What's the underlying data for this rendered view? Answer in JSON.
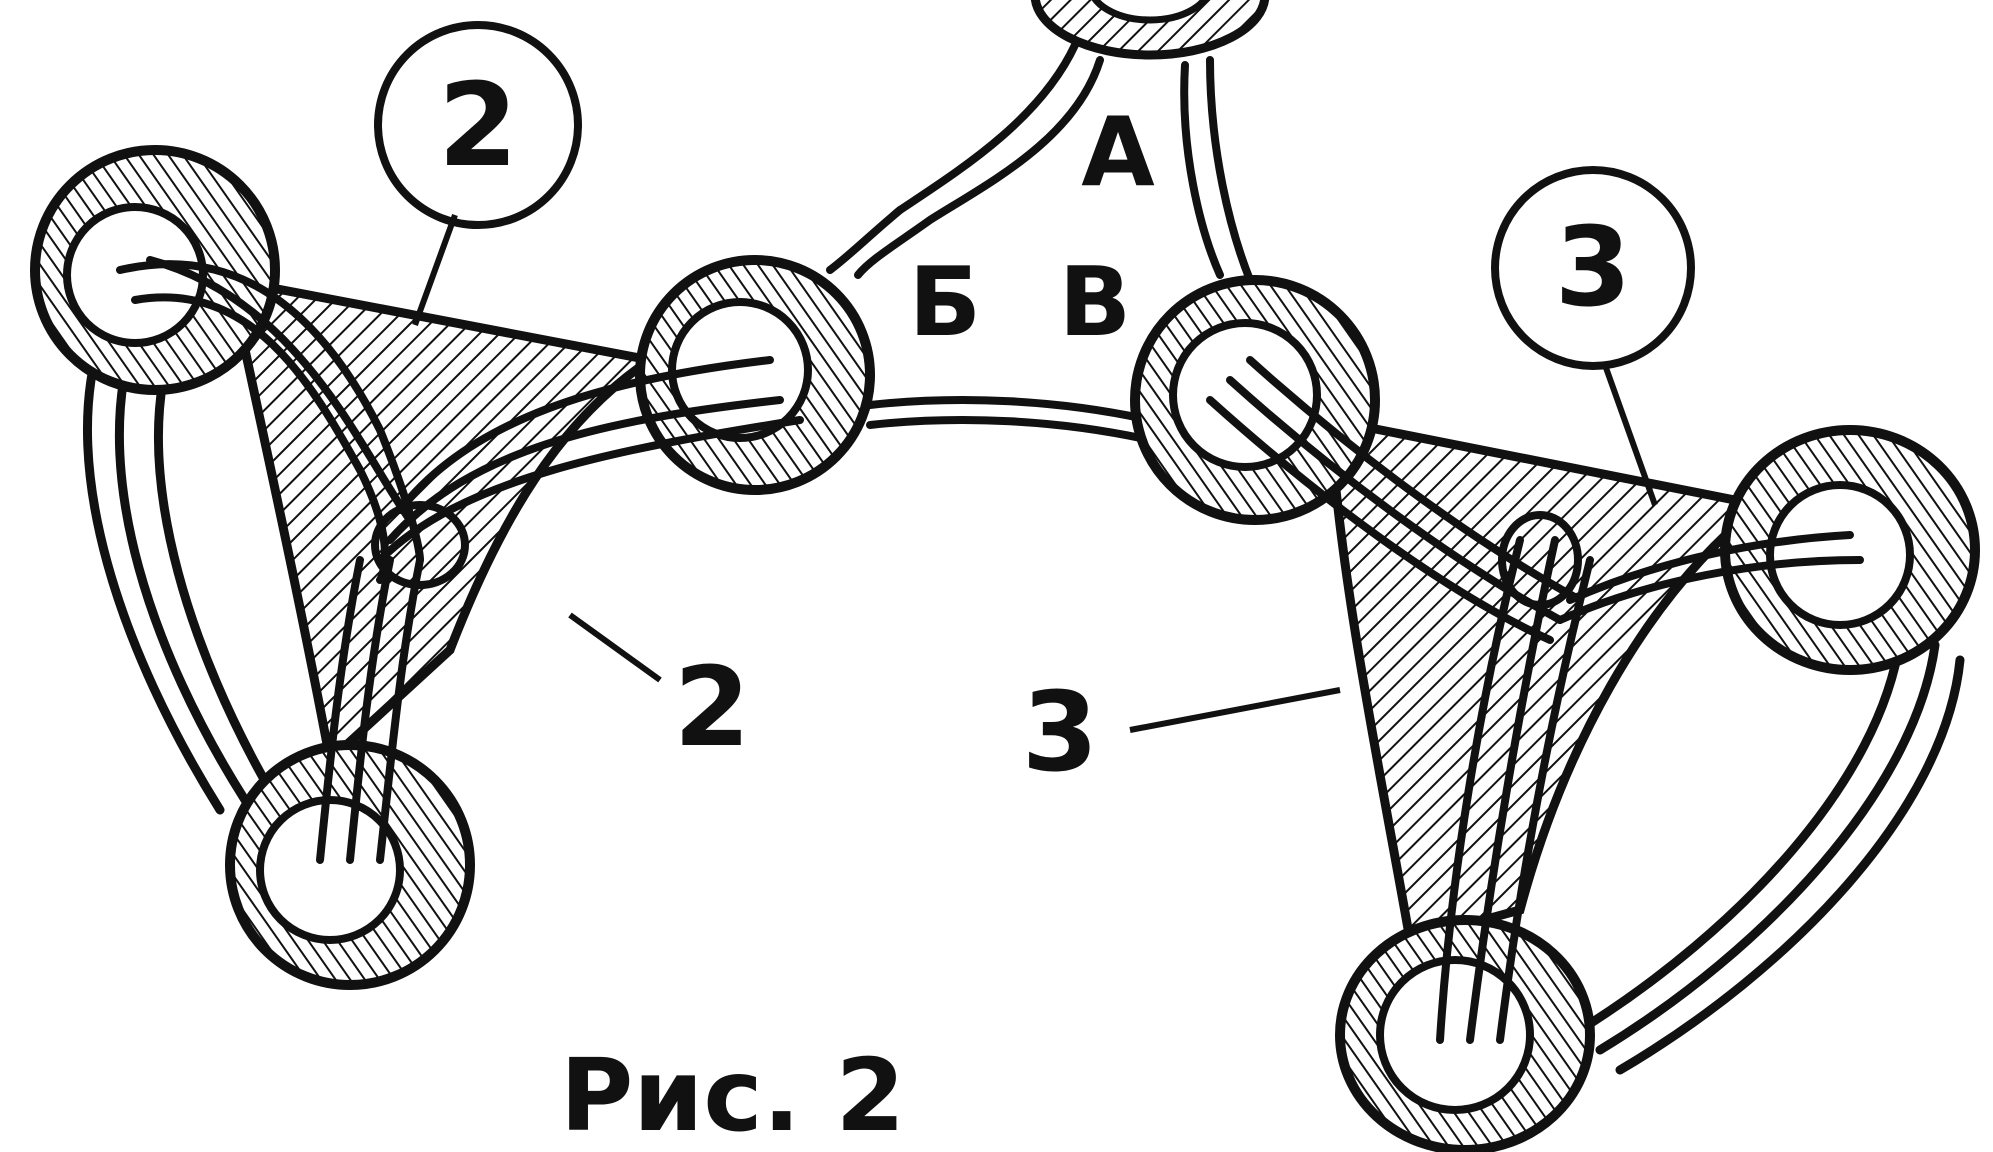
{
  "figure": {
    "caption": "Рис. 2",
    "labels": {
      "junction_top": "А",
      "junction_left": "Б",
      "junction_right": "В",
      "left_callout_circled": "2",
      "left_callout_plain": "2",
      "right_callout_circled": "3",
      "right_callout_plain": "3"
    }
  },
  "colors": {
    "ink": "#111111",
    "paper": "#ffffff"
  }
}
